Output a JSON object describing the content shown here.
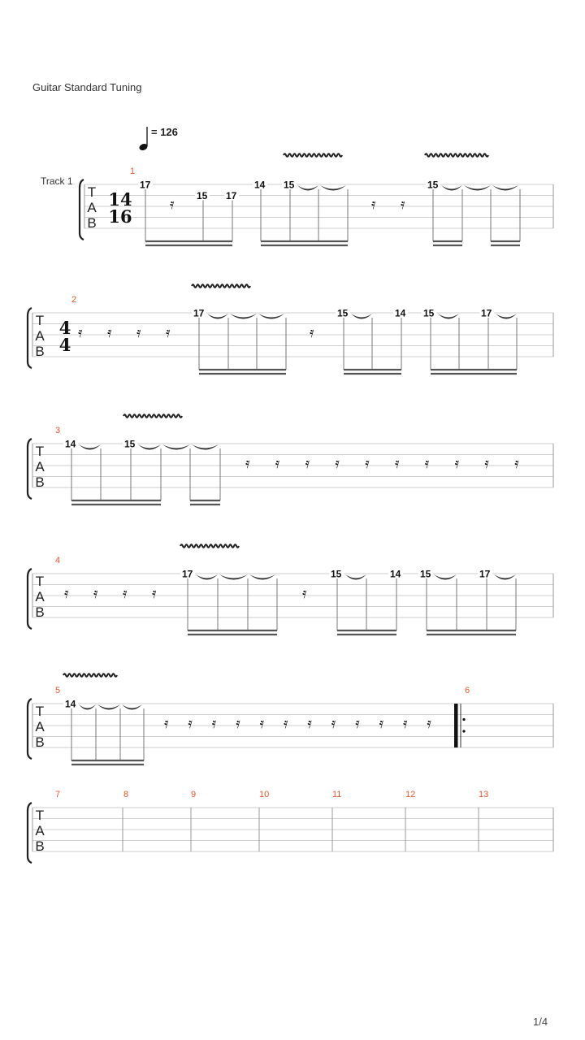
{
  "header": {
    "tuning": "Guitar Standard Tuning",
    "tempo": "= 126",
    "track": "Track 1"
  },
  "footer": {
    "page": "1/4"
  },
  "icons": {
    "tempo_note": "quarter-note-icon",
    "rest": "sixteenth-rest-icon",
    "vibrato": "vibrato-icon",
    "tie": "tie-icon",
    "repeat": "repeat-end-icon"
  },
  "tab_letters": [
    "T",
    "A",
    "B"
  ],
  "time_signatures": [
    {
      "system": 0,
      "top": "14",
      "bottom": "16"
    },
    {
      "system": 1,
      "top": "4",
      "bottom": "4"
    }
  ],
  "bars": [
    {
      "number": "1",
      "frets": [
        "17",
        "15",
        "17",
        "14",
        "15",
        "15"
      ],
      "rests": 3
    },
    {
      "number": "2",
      "frets": [
        "17",
        "15",
        "14",
        "15",
        "17"
      ],
      "rests": 5
    },
    {
      "number": "3",
      "frets": [
        "14",
        "15"
      ],
      "rests": 10
    },
    {
      "number": "4",
      "frets": [
        "17",
        "15",
        "14",
        "15",
        "17"
      ],
      "rests": 5
    },
    {
      "number": "5",
      "frets": [
        "14"
      ],
      "rests": 12
    },
    {
      "number": "6",
      "frets": [],
      "rests": 0
    },
    {
      "number": "7",
      "frets": [],
      "rests": 0
    },
    {
      "number": "8",
      "frets": [],
      "rests": 0
    },
    {
      "number": "9",
      "frets": [],
      "rests": 0
    },
    {
      "number": "10",
      "frets": [],
      "rests": 0
    },
    {
      "number": "11",
      "frets": [],
      "rests": 0
    },
    {
      "number": "12",
      "frets": [],
      "rests": 0
    },
    {
      "number": "13",
      "frets": [],
      "rests": 0
    }
  ]
}
